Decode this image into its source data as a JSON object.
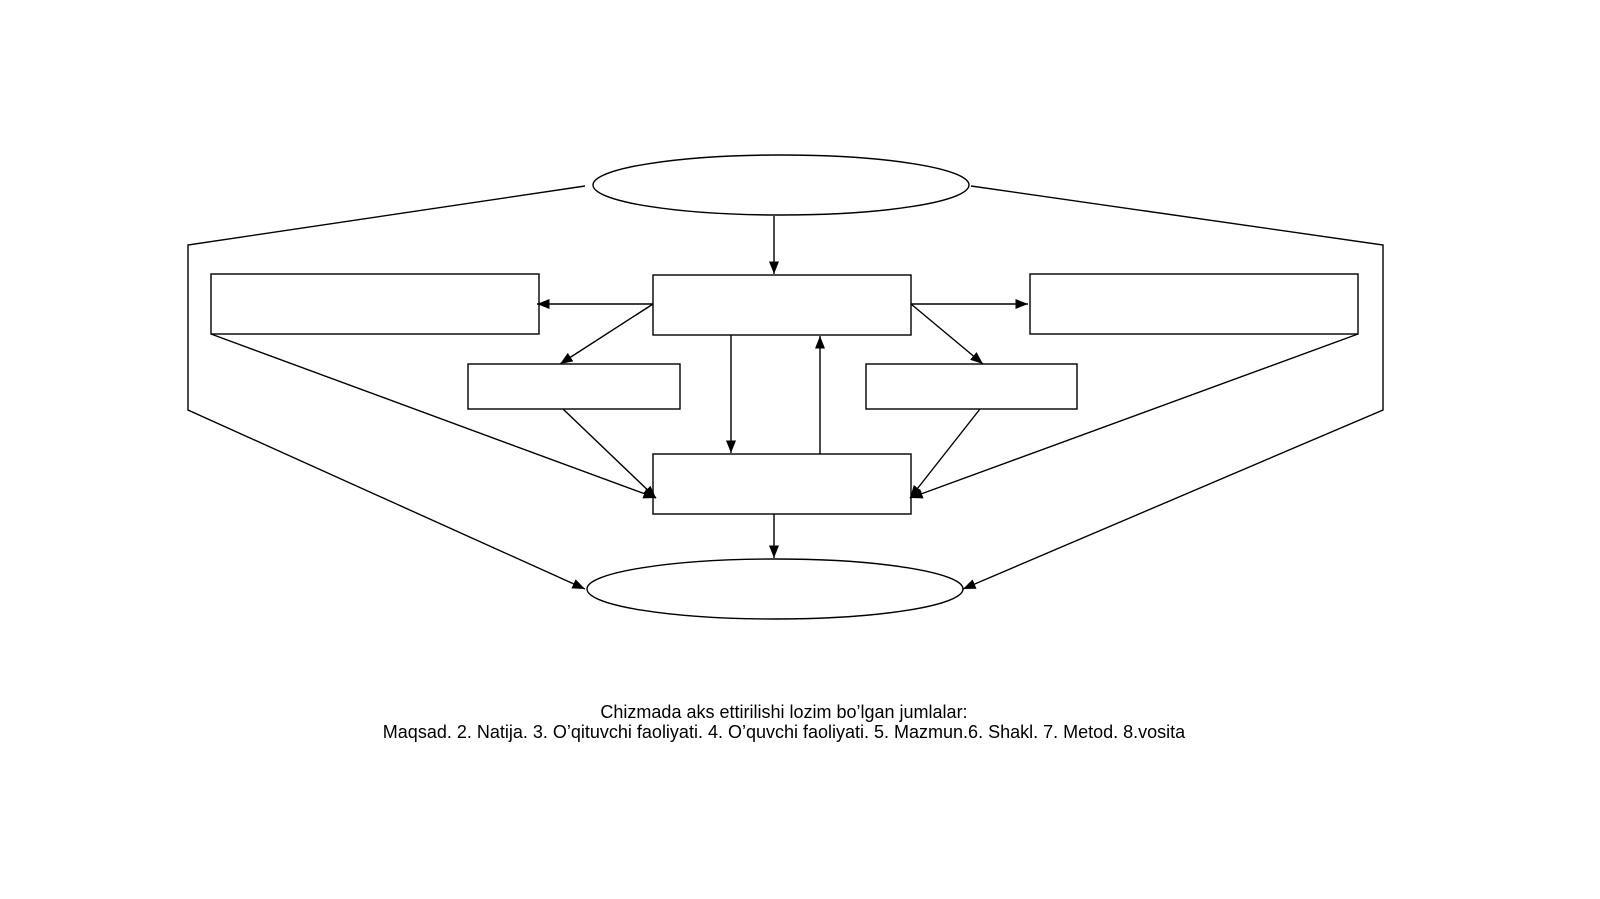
{
  "diagram": {
    "nodes": [
      {
        "id": "top-ellipse",
        "shape": "ellipse",
        "label": ""
      },
      {
        "id": "center-top-box",
        "shape": "rect",
        "label": ""
      },
      {
        "id": "left-wide-box",
        "shape": "rect",
        "label": ""
      },
      {
        "id": "right-wide-box",
        "shape": "rect",
        "label": ""
      },
      {
        "id": "left-small-box",
        "shape": "rect",
        "label": ""
      },
      {
        "id": "right-small-box",
        "shape": "rect",
        "label": ""
      },
      {
        "id": "center-bottom-box",
        "shape": "rect",
        "label": ""
      },
      {
        "id": "bottom-ellipse",
        "shape": "ellipse",
        "label": ""
      }
    ],
    "edges": [
      {
        "from": "top-ellipse",
        "to": "center-top-box"
      },
      {
        "from": "center-top-box",
        "to": "left-wide-box"
      },
      {
        "from": "center-top-box",
        "to": "right-wide-box"
      },
      {
        "from": "center-top-box",
        "to": "left-small-box"
      },
      {
        "from": "center-top-box",
        "to": "right-small-box"
      },
      {
        "from": "center-top-box",
        "to": "center-bottom-box"
      },
      {
        "from": "center-bottom-box",
        "to": "center-top-box"
      },
      {
        "from": "left-small-box",
        "to": "center-bottom-box"
      },
      {
        "from": "right-small-box",
        "to": "center-bottom-box"
      },
      {
        "from": "left-wide-box",
        "to": "center-bottom-box"
      },
      {
        "from": "right-wide-box",
        "to": "center-bottom-box"
      },
      {
        "from": "center-bottom-box",
        "to": "bottom-ellipse"
      },
      {
        "from": "top-ellipse",
        "to": "bottom-ellipse",
        "via": "left-outer-path"
      },
      {
        "from": "top-ellipse",
        "to": "bottom-ellipse",
        "via": "right-outer-path"
      }
    ],
    "line_color": "#000000",
    "fill_color": "#ffffff"
  },
  "caption": {
    "title": "Chizmada aks ettirilishi lozim bo’lgan jumlalar:",
    "list": "Maqsad. 2. Natija. 3. O’qituvchi faoliyati. 4. O’quvchi faoliyati. 5. Mazmun.6. Shakl. 7. Metod. 8.vosita"
  }
}
